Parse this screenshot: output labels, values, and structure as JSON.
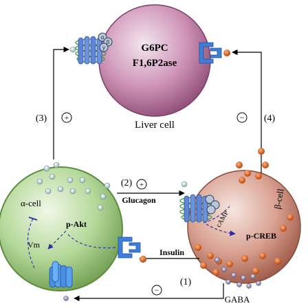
{
  "liver": {
    "label": "Liver cell",
    "enzyme_1": "G6PC",
    "enzyme_2": "F1,6P2ase",
    "fill": "#c78ab0"
  },
  "alpha_cell": {
    "label": "α-cell",
    "vm": "Vm",
    "p_akt": "p-Akt",
    "fill": "#a9cf8d"
  },
  "beta_cell": {
    "label": "β-cell",
    "camp": "cAMP",
    "p_creb": "p-CREB",
    "fill": "#d49a88"
  },
  "pathways": {
    "glucagon": "Glucagon",
    "insulin": "Insulin",
    "gaba": "GABA",
    "step_1": "(1)",
    "step_2": "(2)",
    "step_3": "(3)",
    "step_4": "(4)",
    "plus": "+",
    "minus": "−"
  },
  "colors": {
    "glucagon_dot": "#b8d0cf",
    "insulin_dot": "#d2591d",
    "gaba_dot": "#8f8cb0",
    "receptor_blue": "#3f7fd8",
    "dashed_arrow": "#2a2aa8"
  }
}
